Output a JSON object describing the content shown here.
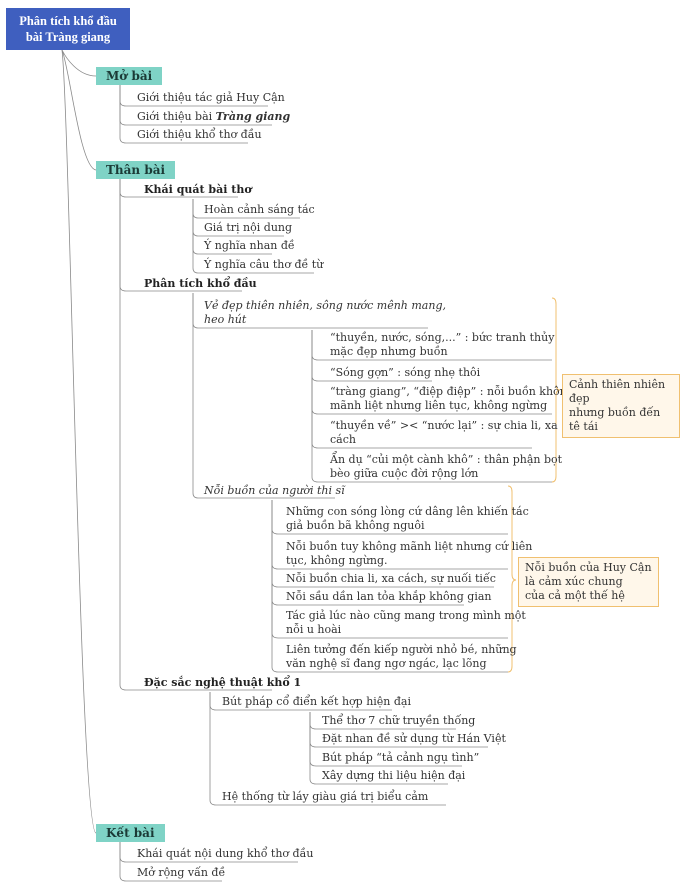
{
  "root": {
    "line1": "Phân tích khổ đầu",
    "line2": "bài Tràng giang"
  },
  "mo_bai": {
    "title": "Mở bài",
    "items": [
      "Giới thiệu tác giả Huy Cận",
      "Giới thiệu bài ",
      "Giới thiệu khổ thơ đầu"
    ],
    "poem": "Tràng giang"
  },
  "than_bai": {
    "title": "Thân bài",
    "khai_quat": {
      "title": "Khái quát bài thơ",
      "items": [
        "Hoàn cảnh sáng tác",
        "Giá trị nội dung",
        "Ý nghĩa nhan đề",
        "Ý nghĩa câu thơ đề từ"
      ]
    },
    "phan_tich": {
      "title": "Phân tích khổ đầu",
      "ve_dep": {
        "title1": "Vẻ đẹp thiên nhiên, sông nước mênh mang,",
        "title2": "heo hút",
        "items": [
          [
            "“thuyền, nước, sóng,...” : bức tranh thủy",
            "mặc đẹp nhưng buồn"
          ],
          [
            "“Sóng gợn” : sóng nhẹ thôi"
          ],
          [
            "“tràng giang”, “điệp điệp” : nỗi buồn không",
            "mãnh liệt nhưng liên tục, không ngừng"
          ],
          [
            "“thuyền về” >< “nước lại” : sự chia li, xa",
            "cách"
          ],
          [
            "Ẩn dụ “củi một cành khô” : thân phận bọt",
            "bèo giữa cuộc đời rộng lớn"
          ]
        ],
        "note": [
          "Cảnh thiên nhiên đẹp",
          "nhưng buồn đến tê tái"
        ]
      },
      "noi_buon": {
        "title": "Nỗi buồn của người thi sĩ",
        "items": [
          [
            "Những con sóng lòng cứ dâng lên khiến tác",
            "giả buồn bã không nguôi"
          ],
          [
            "Nỗi buồn tuy không mãnh liệt nhưng cứ liên",
            "tục, không ngừng."
          ],
          [
            "Nỗi buồn chia li, xa cách, sự nuối tiếc"
          ],
          [
            "Nỗi sầu dần lan tỏa khắp không gian"
          ],
          [
            "Tác giả lúc nào cũng mang trong mình một",
            "nỗi u hoài"
          ],
          [
            "Liên tưởng đến kiếp người nhỏ bé, những",
            "văn nghệ sĩ đang ngơ ngác, lạc lõng"
          ]
        ],
        "note": [
          "Nỗi buồn của Huy Cận",
          "là cảm xúc chung",
          "của cả một thế hệ"
        ]
      }
    },
    "nghe_thuat": {
      "title": "Đặc sắc nghệ thuật khổ 1",
      "but_phap": "Bút pháp cổ điển kết hợp hiện đại",
      "sub": [
        "Thể thơ 7 chữ truyền thống",
        "Đặt nhan đề sử dụng từ Hán Việt",
        "Bút pháp “tả cảnh ngụ tình”",
        "Xây dựng thi liệu hiện đại"
      ],
      "he_thong": "Hệ thống từ láy giàu giá trị biểu cảm"
    }
  },
  "ket_bai": {
    "title": "Kết bài",
    "items": [
      "Khái quát nội dung khổ thơ đầu",
      "Mở rộng vấn đề"
    ]
  }
}
